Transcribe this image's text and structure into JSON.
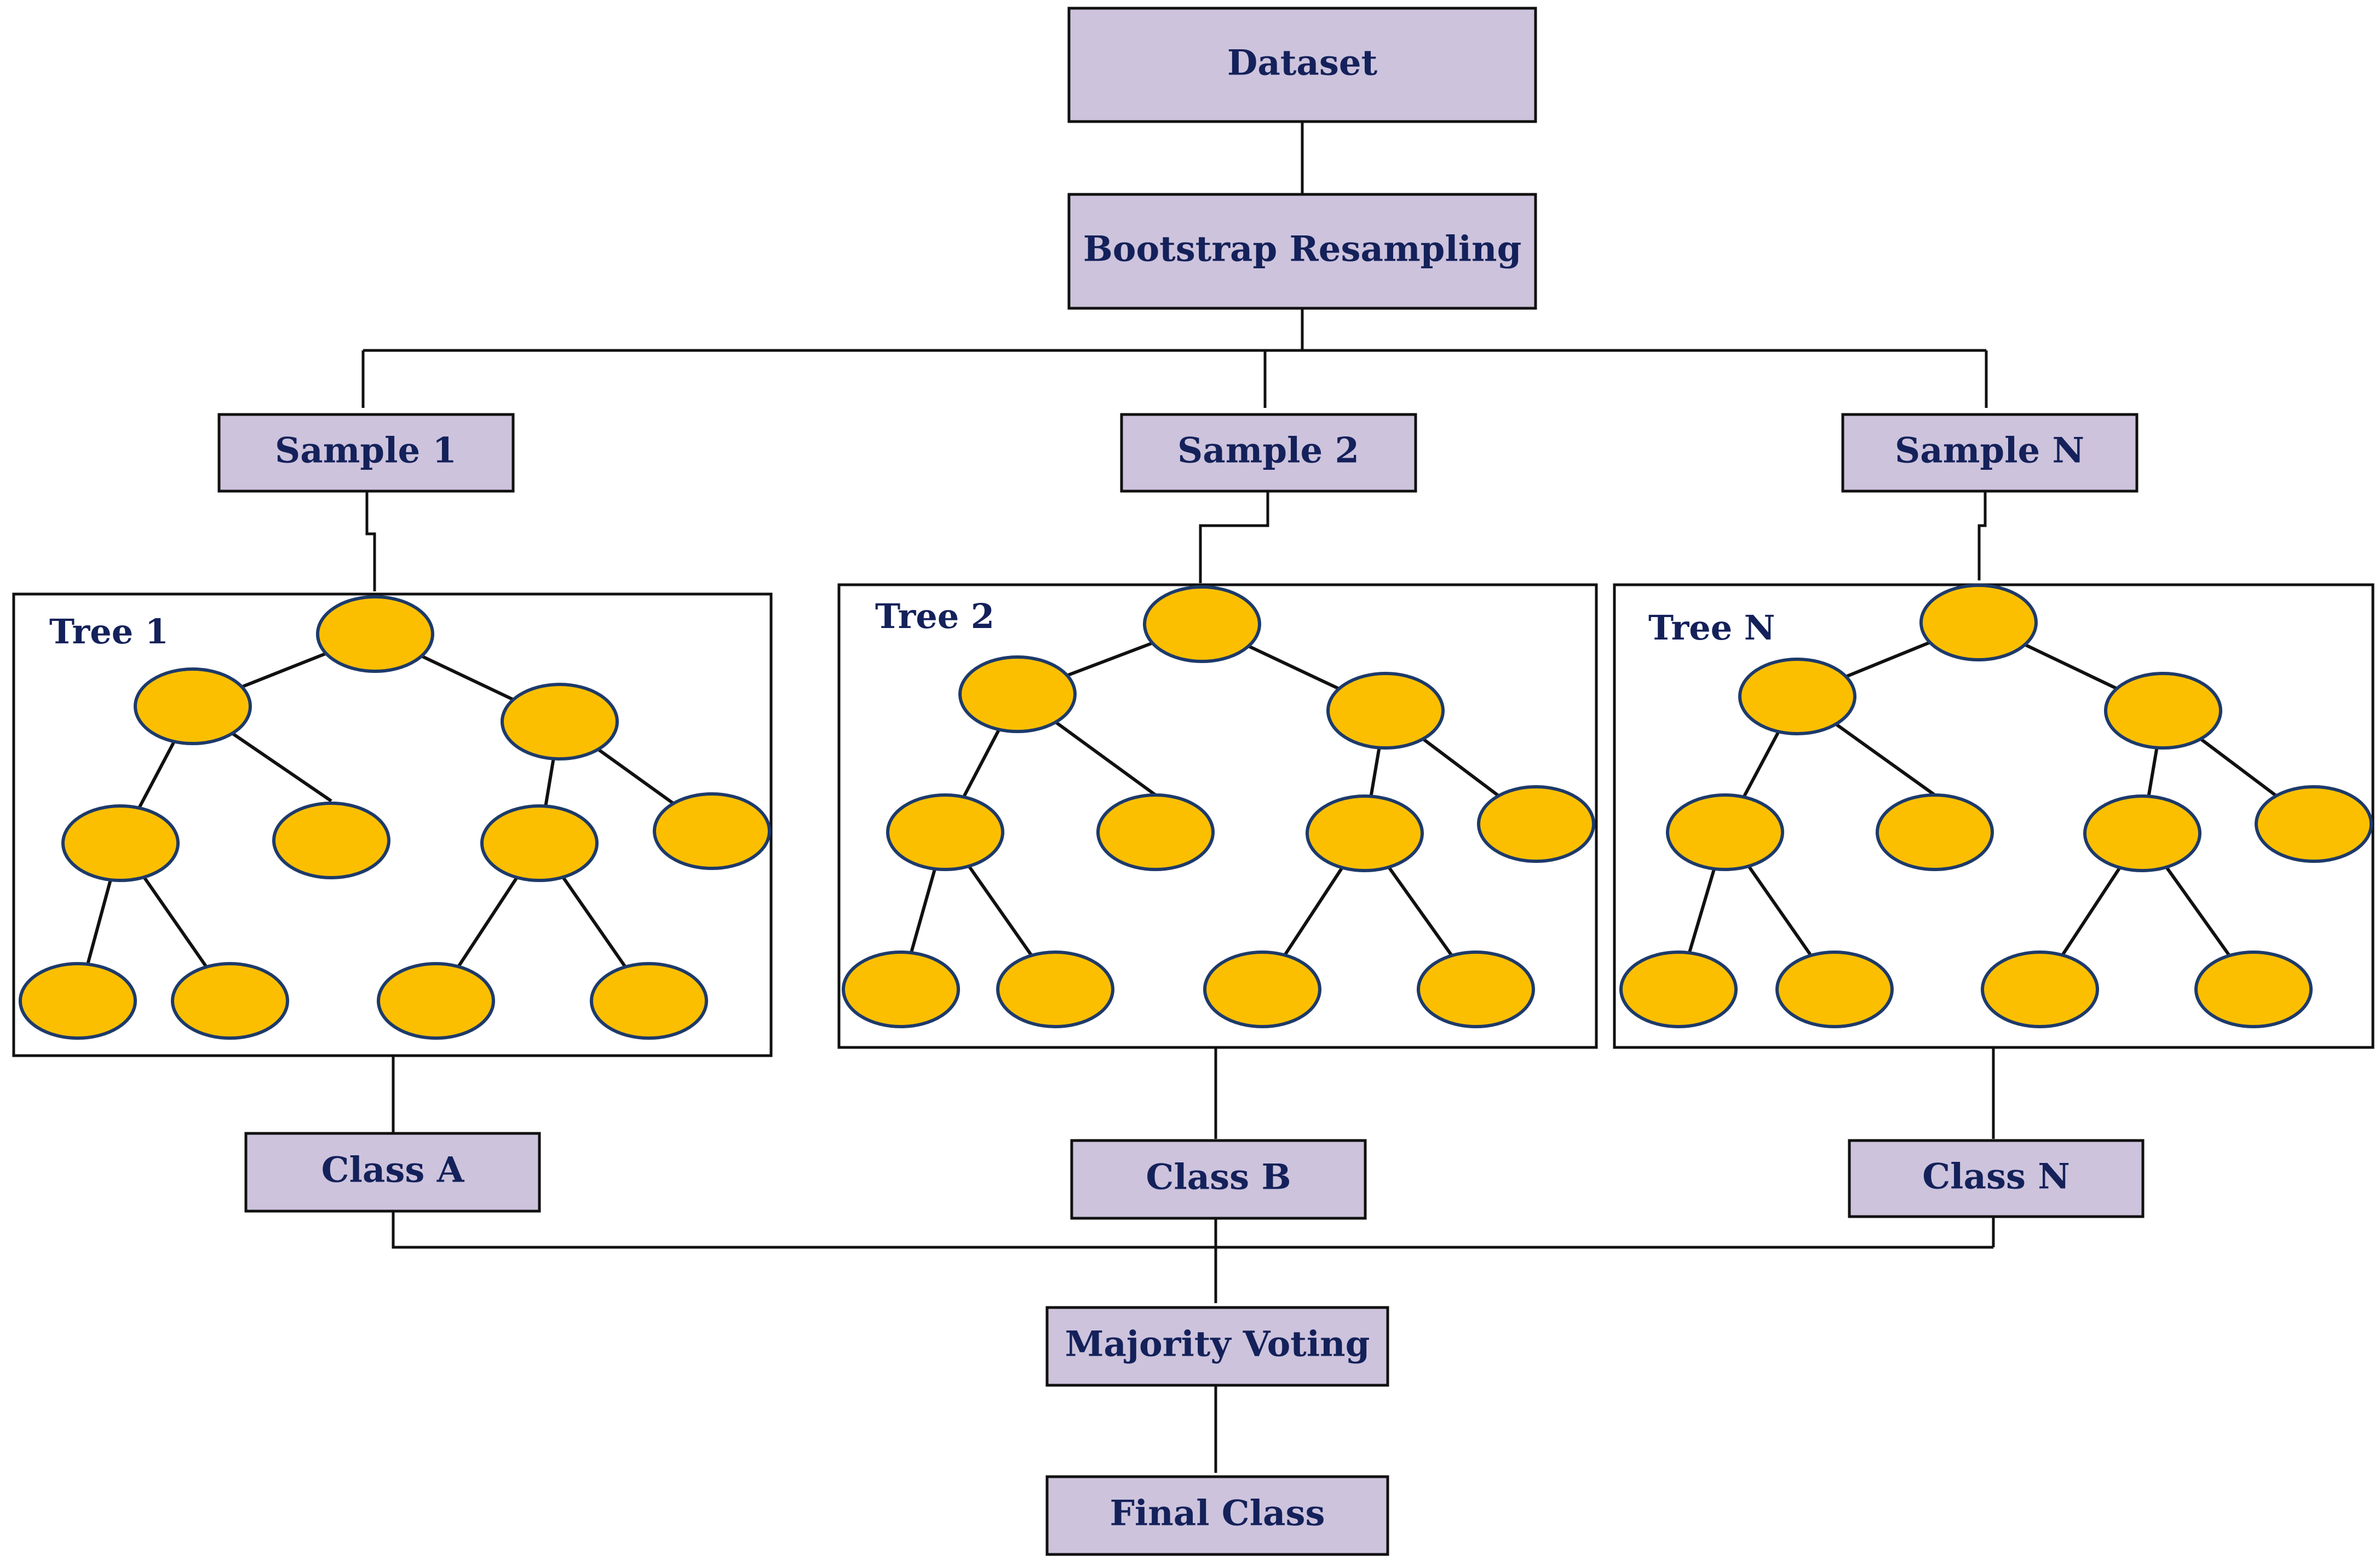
{
  "boxes": {
    "dataset": "Dataset",
    "bootstrap": "Bootstrap Resampling",
    "samples": [
      "Sample 1",
      "Sample 2",
      "Sample N"
    ],
    "classes": [
      "Class A",
      "Class B",
      "Class N"
    ],
    "majority": "Majority Voting",
    "final": "Final Class"
  },
  "trees": [
    "Tree 1",
    "Tree 2",
    "Tree N"
  ],
  "colors": {
    "box_fill": "#cdc3dc",
    "box_text": "#14215a",
    "node_fill": "#fcbf00",
    "node_stroke": "#1d3a6a",
    "line": "#111111"
  }
}
